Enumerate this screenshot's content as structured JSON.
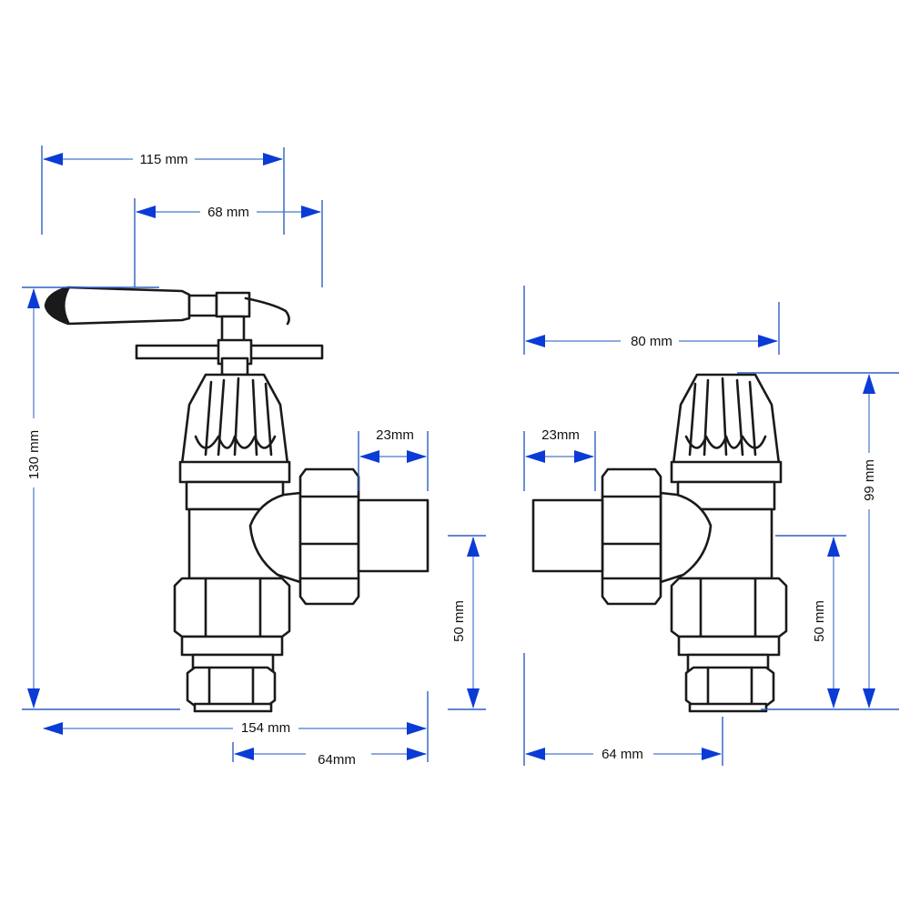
{
  "colors": {
    "dimension_line": "#4a78c9",
    "arrow": "#0a3bd6",
    "outline": "#1a1a1a"
  },
  "left_view": {
    "dim_115": "115 mm",
    "dim_68": "68 mm",
    "dim_130": "130 mm",
    "dim_23": "23mm",
    "dim_50": "50 mm",
    "dim_154": "154 mm",
    "dim_64": "64mm"
  },
  "right_view": {
    "dim_80": "80 mm",
    "dim_23": "23mm",
    "dim_99": "99 mm",
    "dim_50": "50 mm",
    "dim_64": "64 mm"
  }
}
